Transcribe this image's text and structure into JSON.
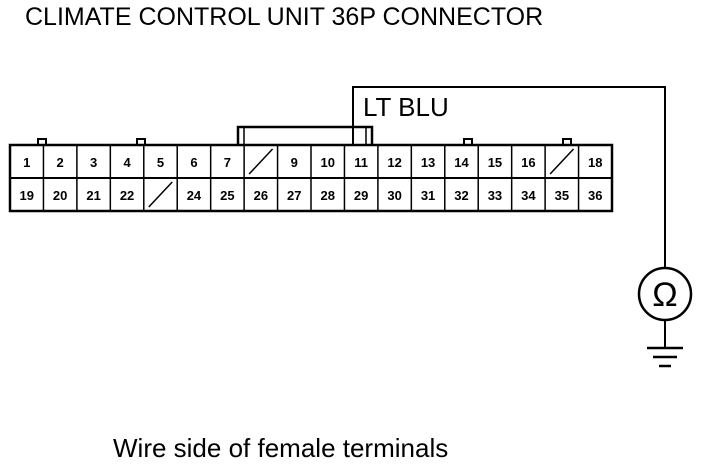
{
  "title": "CLIMATE CONTROL UNIT 36P CONNECTOR",
  "wire_color": "LT BLU",
  "caption": "Wire side of female terminals",
  "meter_symbol": "Ω",
  "connector": {
    "top_row": [
      "1",
      "2",
      "3",
      "4",
      "5",
      "6",
      "7",
      "",
      "9",
      "10",
      "11",
      "12",
      "13",
      "14",
      "15",
      "16",
      "",
      "18"
    ],
    "bottom_row": [
      "19",
      "20",
      "21",
      "22",
      "",
      "24",
      "25",
      "26",
      "27",
      "28",
      "29",
      "30",
      "31",
      "32",
      "33",
      "34",
      "35",
      "36"
    ]
  },
  "probe_terminal": "11",
  "icons": {
    "meter": "ohmmeter-icon",
    "ground": "ground-icon",
    "empty_cavity": "slash-icon"
  }
}
